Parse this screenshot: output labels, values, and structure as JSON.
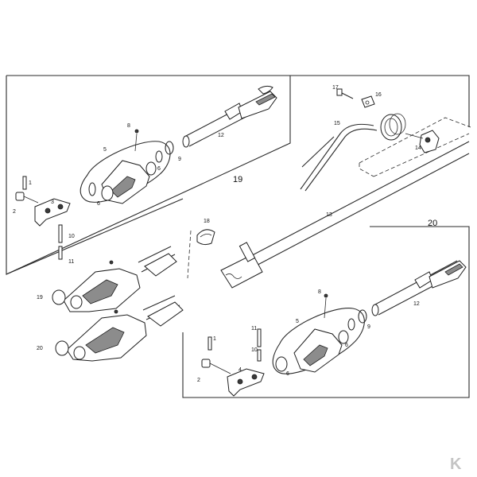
{
  "diagram": {
    "group_labels": {
      "top_section": "19",
      "bottom_section": "20"
    },
    "side_variant_labels": {
      "upper": "19",
      "lower": "20"
    },
    "part_numbers": {
      "p1": "1",
      "p2": "2",
      "p3": "3",
      "p4": "4",
      "p5": "5",
      "p6": "6",
      "p8": "8",
      "p9": "9",
      "p10": "10",
      "p11": "11",
      "p12": "12",
      "p13": "13",
      "p14": "14",
      "p15": "15",
      "p16": "16",
      "p17": "17",
      "p18": "18"
    },
    "watermark": "K",
    "colors": {
      "line": "#2a2a2a",
      "background": "#ffffff",
      "watermark": "#c4c4c4"
    }
  }
}
